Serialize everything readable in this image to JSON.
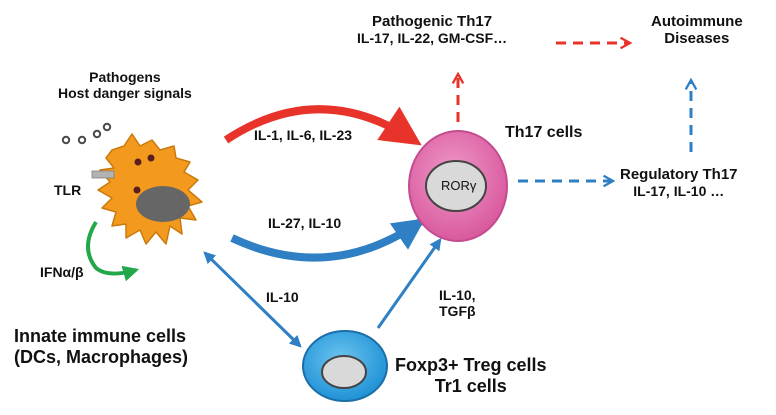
{
  "diagram": {
    "innate_cells": {
      "stimuli_line1": "Pathogens",
      "stimuli_line2": "Host danger signals",
      "receptor": "TLR",
      "autocrine_signal": "IFNα/β",
      "title_line1": "Innate immune cells",
      "title_line2": "(DCs, Macrophages)"
    },
    "th17": {
      "title": "Th17 cells",
      "nucleus_label": "RORγ"
    },
    "treg": {
      "title_line1": "Foxp3+ Treg cells",
      "title_line2": "Tr1 cells"
    },
    "pathogenic": {
      "title": "Pathogenic Th17",
      "cytokines": "IL-17, IL-22, GM-CSF…"
    },
    "regulatory": {
      "title": "Regulatory Th17",
      "cytokines": "IL-17,  IL-10 …"
    },
    "outcome": {
      "line1": "Autoimmune",
      "line2": "Diseases"
    },
    "signals": {
      "innate_to_th17_promote": "IL-1, IL-6, IL-23",
      "innate_to_th17_regulate": "IL-27, IL-10",
      "innate_treg": "IL-10",
      "treg_to_th17_line1": "IL-10,",
      "treg_to_th17_line2": "TGFβ"
    },
    "colors": {
      "promote": "#e8332a",
      "regulate": "#2e7fc4",
      "autocrine": "#22a84a",
      "th17_cell": "#e06fae",
      "th17_membrane": "#c44b8e",
      "treg_cell": "#2fa3e0",
      "treg_membrane": "#1b6ea8",
      "innate_cell": "#f39a1e",
      "nucleus_grey": "#d9d9d9",
      "innate_nucleus": "#666666"
    }
  }
}
